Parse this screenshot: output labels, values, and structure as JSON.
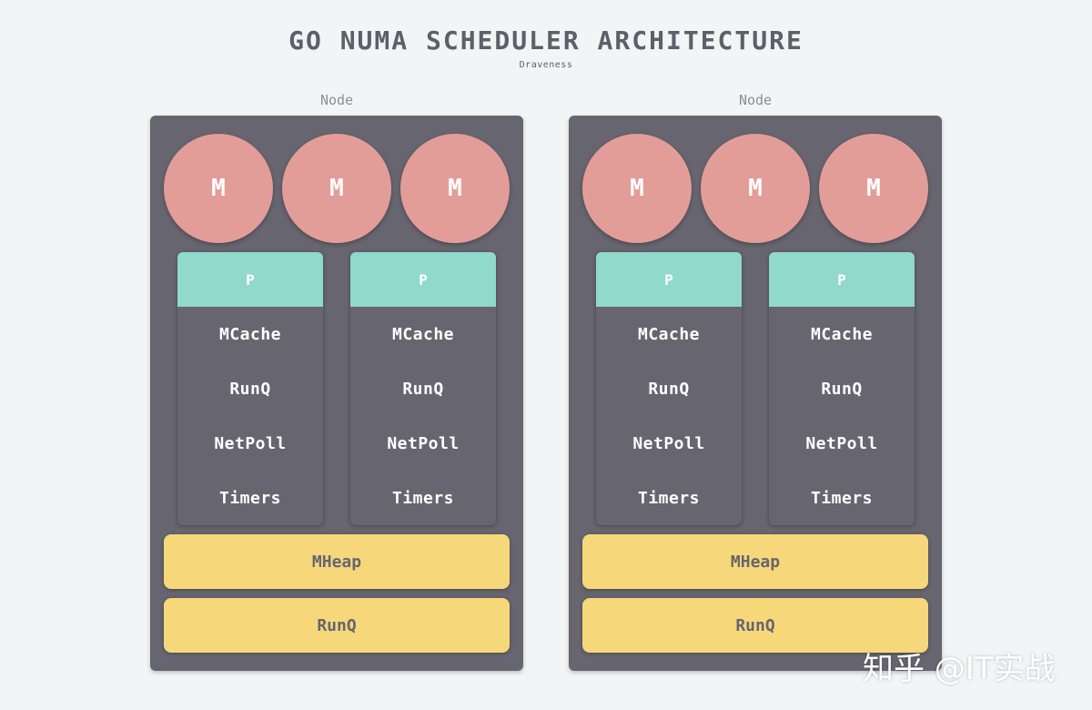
{
  "title": "GO NUMA SCHEDULER ARCHITECTURE",
  "subtitle": "Draveness",
  "colors": {
    "background": "#f3f4f5",
    "node": "#67656f",
    "machine": "#e39d98",
    "processor_head": "#91d8cd",
    "heap_bar": "#f6d87a",
    "text_dark": "#5f5e69"
  },
  "nodes": [
    {
      "label": "Node",
      "machines": [
        "M",
        "M",
        "M"
      ],
      "processors": [
        {
          "head": "P",
          "items": [
            "MCache",
            "RunQ",
            "NetPoll",
            "Timers"
          ]
        },
        {
          "head": "P",
          "items": [
            "MCache",
            "RunQ",
            "NetPoll",
            "Timers"
          ]
        }
      ],
      "bars": [
        "MHeap",
        "RunQ"
      ]
    },
    {
      "label": "Node",
      "machines": [
        "M",
        "M",
        "M"
      ],
      "processors": [
        {
          "head": "P",
          "items": [
            "MCache",
            "RunQ",
            "NetPoll",
            "Timers"
          ]
        },
        {
          "head": "P",
          "items": [
            "MCache",
            "RunQ",
            "NetPoll",
            "Timers"
          ]
        }
      ],
      "bars": [
        "MHeap",
        "RunQ"
      ]
    }
  ],
  "watermark": "知乎 @IT实战"
}
